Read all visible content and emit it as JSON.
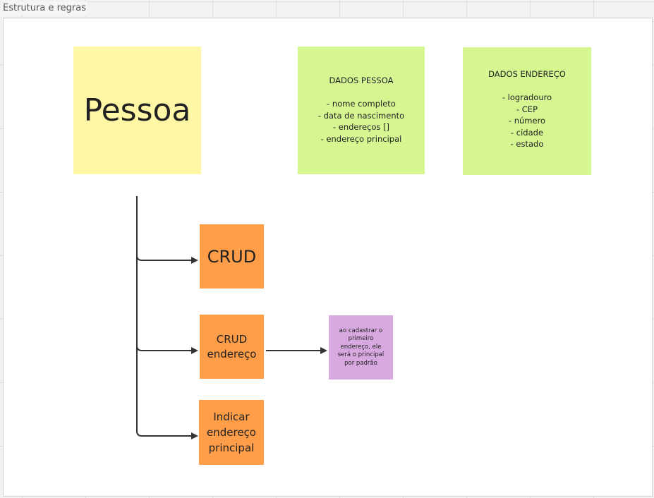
{
  "frame": {
    "title": "Estrutura e regras"
  },
  "stickies": {
    "pessoa": {
      "text": "Pessoa",
      "color": "#fff6a6"
    },
    "dados_pessoa": {
      "text": "DADOS PESSOA\n\n- nome completo\n- data de nascimento\n- endereços []\n- endereço principal",
      "color": "#d6f692"
    },
    "dados_endereco": {
      "text": "DADOS ENDEREÇO\n\n- logradouro\n- CEP\n- número\n- cidade\n- estado",
      "color": "#d6f692"
    },
    "crud": {
      "text": "CRUD",
      "color": "#ff9d48"
    },
    "crud_endereco": {
      "text": "CRUD\nendereço",
      "color": "#ff9d48"
    },
    "indicar_endereco": {
      "text": "Indicar\nendereço\nprincipal",
      "color": "#ff9d48"
    },
    "nota": {
      "text": "ao cadastrar o\nprimeiro\nendereço, ele\nserá o principal\npor padrão",
      "color": "#d8a9e0"
    }
  },
  "connector_color": "#333333"
}
